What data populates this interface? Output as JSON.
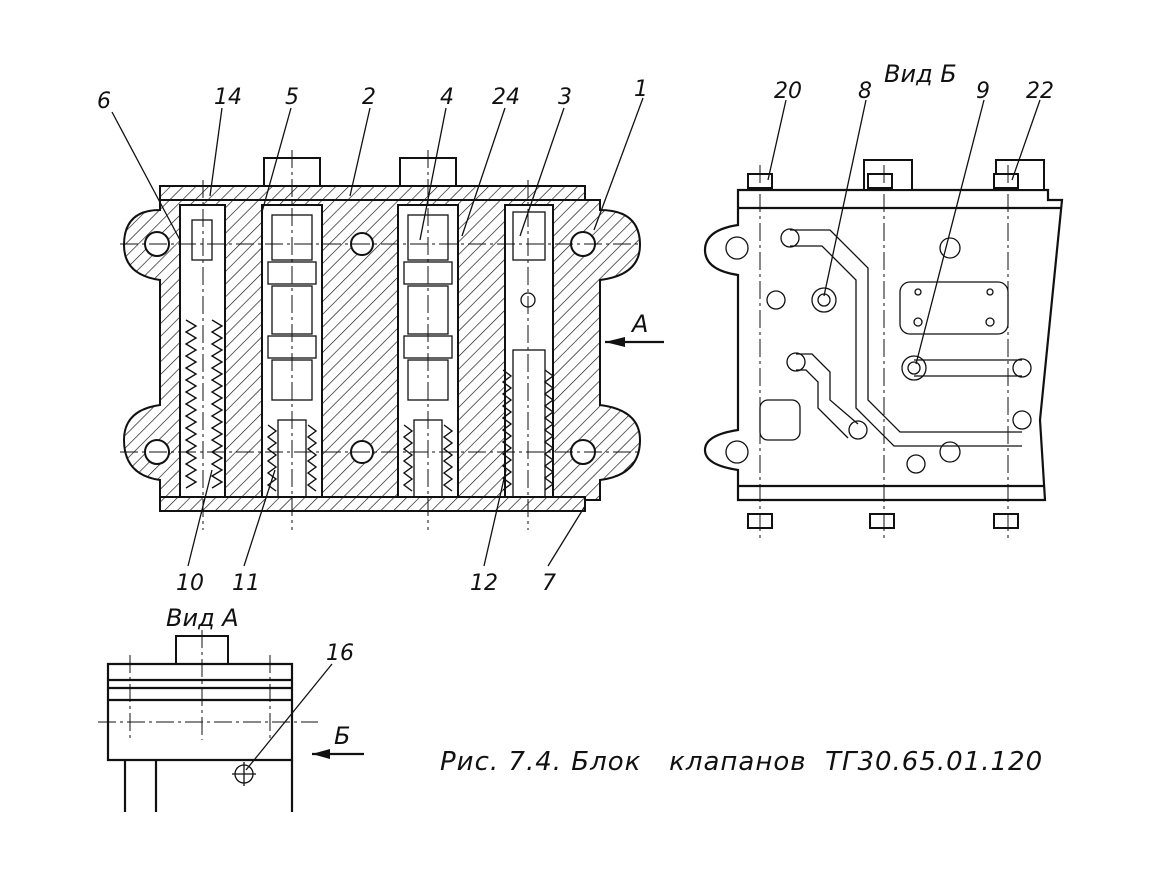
{
  "caption": "Рис. 7.4. Блок   клапанов  ТГ30.65.01.120",
  "views": {
    "view_a": "Вид А",
    "view_b": "Вид Б",
    "arrow_a": "А",
    "arrow_b": "Б"
  },
  "callouts_top": [
    "6",
    "14",
    "5",
    "2",
    "4",
    "24",
    "3",
    "1"
  ],
  "callouts_bottom": [
    "10",
    "11",
    "12",
    "7"
  ],
  "callouts_view_b": [
    "20",
    "8",
    "9",
    "22"
  ],
  "callout_view_a": "16"
}
